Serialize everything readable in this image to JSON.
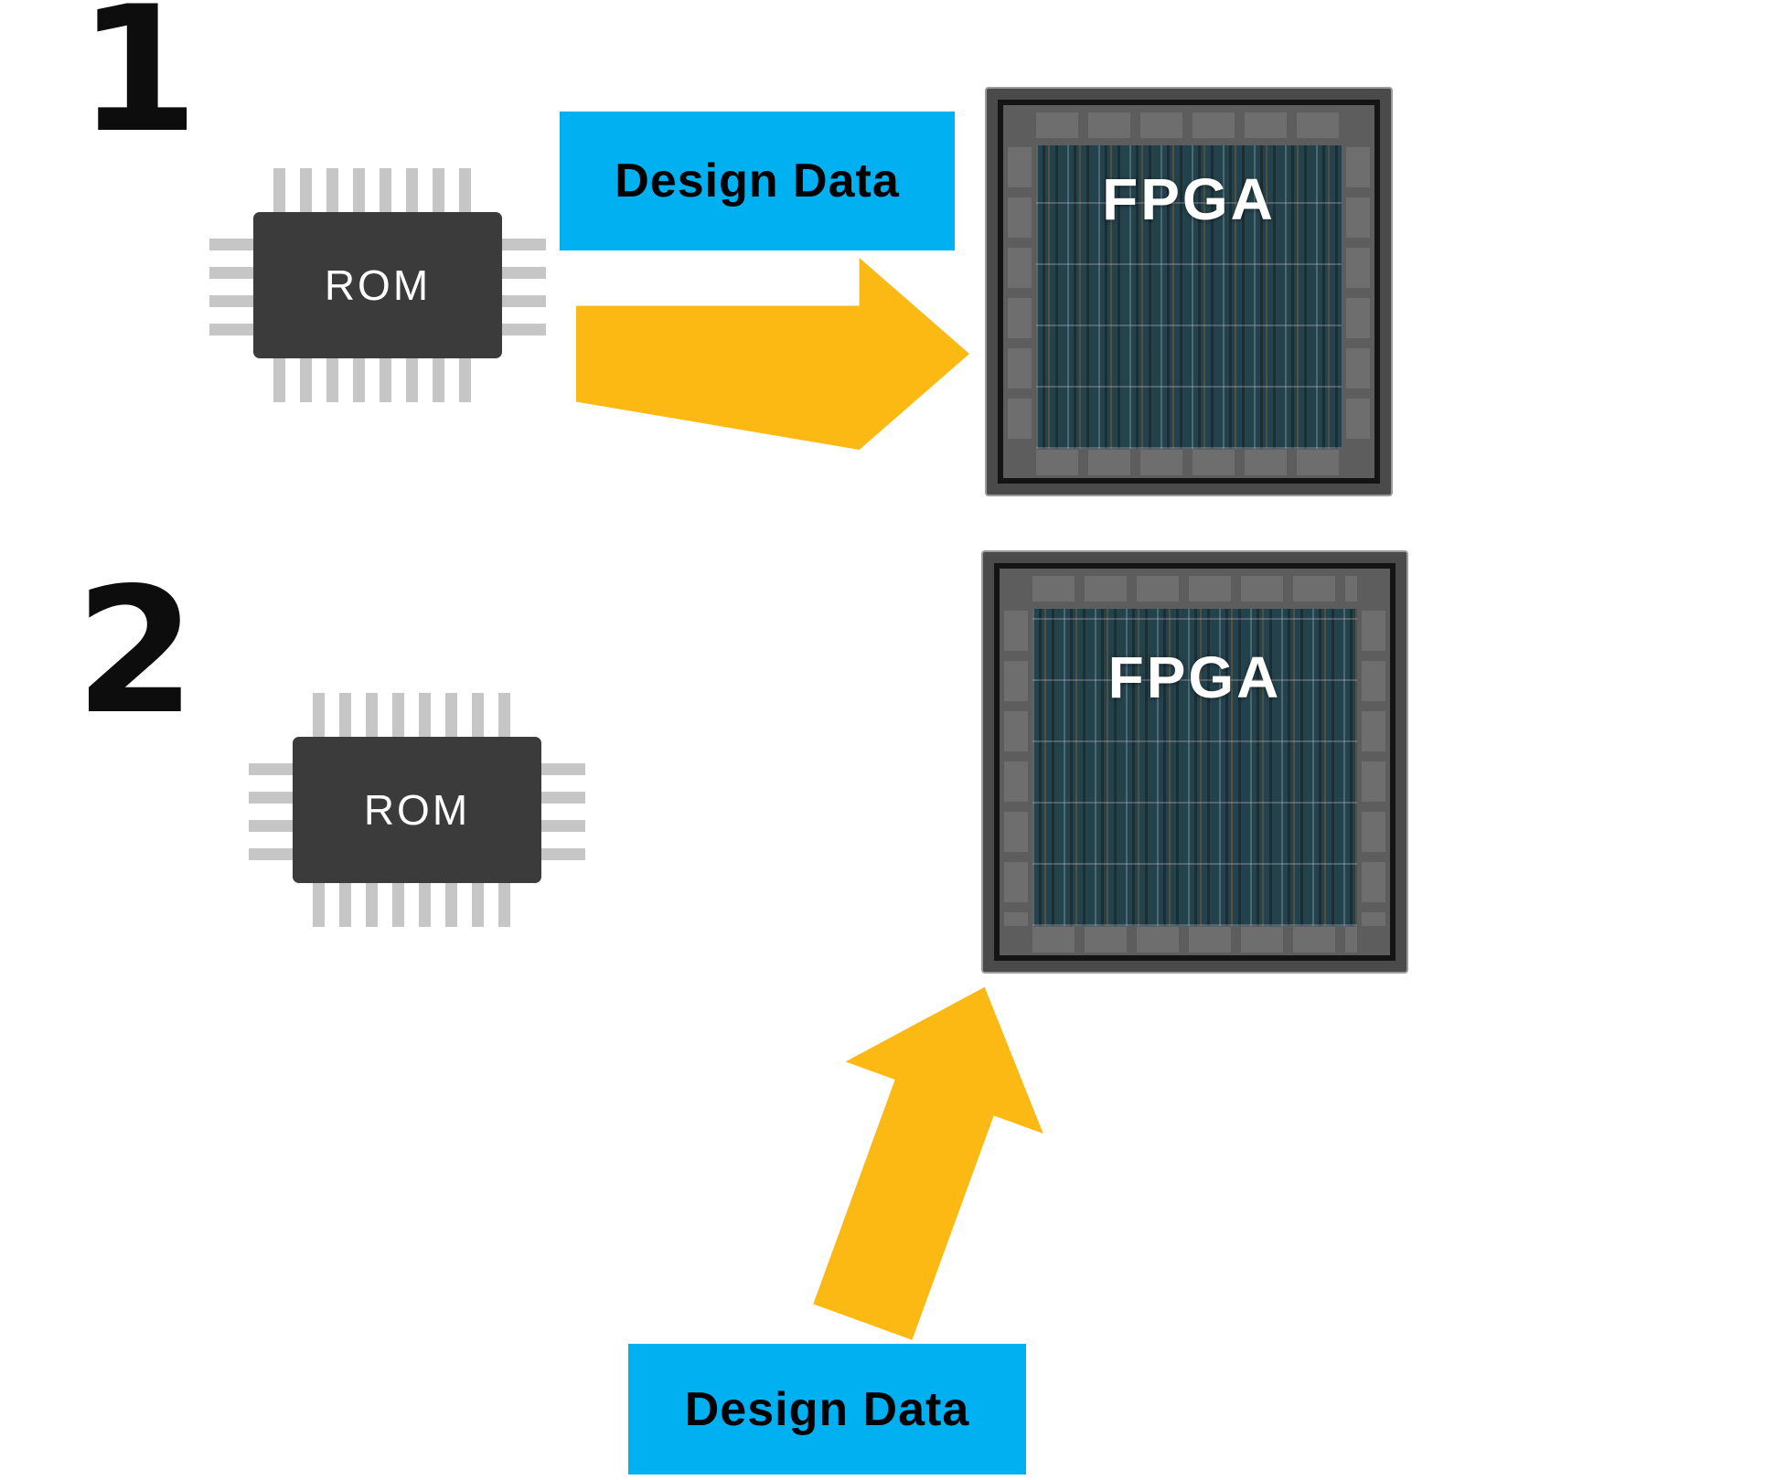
{
  "colors": {
    "background": "#ffffff",
    "accent_blue": "#00b0f0",
    "accent_yellow": "#fcb813",
    "label_text": "#000000",
    "chip_body": "#3b3b3b",
    "chip_pin": "#c6c6c6",
    "chip_text": "#ffffff",
    "fpga_frame_outer": "#4a4a4a",
    "fpga_frame_inner": "#5d5d5d",
    "fpga_pad": "#6e6e6e",
    "fpga_die": "#24424c",
    "fpga_border": "#141414"
  },
  "steps": [
    {
      "number": "1",
      "rom_label": "ROM",
      "design_data_label": "Design Data",
      "fpga_label": "FPGA",
      "arrow_direction": "right"
    },
    {
      "number": "2",
      "rom_label": "ROM",
      "design_data_label": "Design Data",
      "fpga_label": "FPGA",
      "arrow_direction": "up"
    }
  ]
}
